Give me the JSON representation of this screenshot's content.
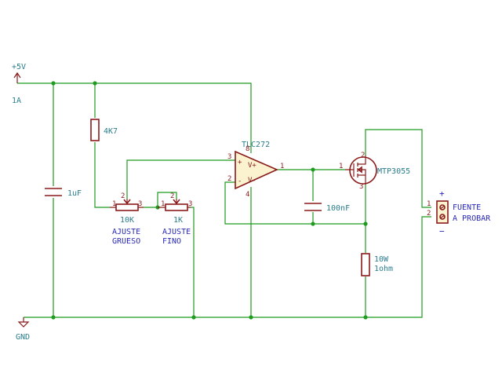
{
  "power": {
    "vcc": "+5V",
    "vcc_current": "1A",
    "gnd": "GND"
  },
  "components": {
    "c_bulk": {
      "value": "1uF"
    },
    "r_pullup": {
      "value": "4K7"
    },
    "pot_coarse": {
      "value": "10K",
      "label_line1": "AJUSTE",
      "label_line2": "GRUESO",
      "pin1": "1",
      "pin2": "2",
      "pin3": "3"
    },
    "pot_fine": {
      "value": "1K",
      "label_line1": "AJUSTE",
      "label_line2": "FINO",
      "pin1": "1",
      "pin2": "2",
      "pin3": "3"
    },
    "opamp": {
      "value": "TLC272",
      "pin_plus": "3",
      "pin_minus": "2",
      "pin_out": "1",
      "pin_vplus": "8",
      "pin_vminus": "4",
      "sym_plus": "+",
      "sym_minus": "-",
      "sym_vplus": "V+",
      "sym_vminus": "V-"
    },
    "c_filter": {
      "value": "100nF"
    },
    "mosfet": {
      "value": "MTP3055",
      "pin_g": "1",
      "pin_d": "2",
      "pin_s": "3"
    },
    "r_load": {
      "value_line1": "10W",
      "value_line2": "1ohm"
    },
    "connector": {
      "label_line1": "FUENTE",
      "label_line2": "A PROBAR",
      "plus": "+",
      "minus": "−",
      "pin1": "1",
      "pin2": "2"
    }
  },
  "colors": {
    "wire": "#1f9b1f",
    "component": "#8b1a1a",
    "value_text": "#2a7d8c",
    "label_text": "#2a2ab8",
    "body_fill": "#fbf3d0"
  }
}
